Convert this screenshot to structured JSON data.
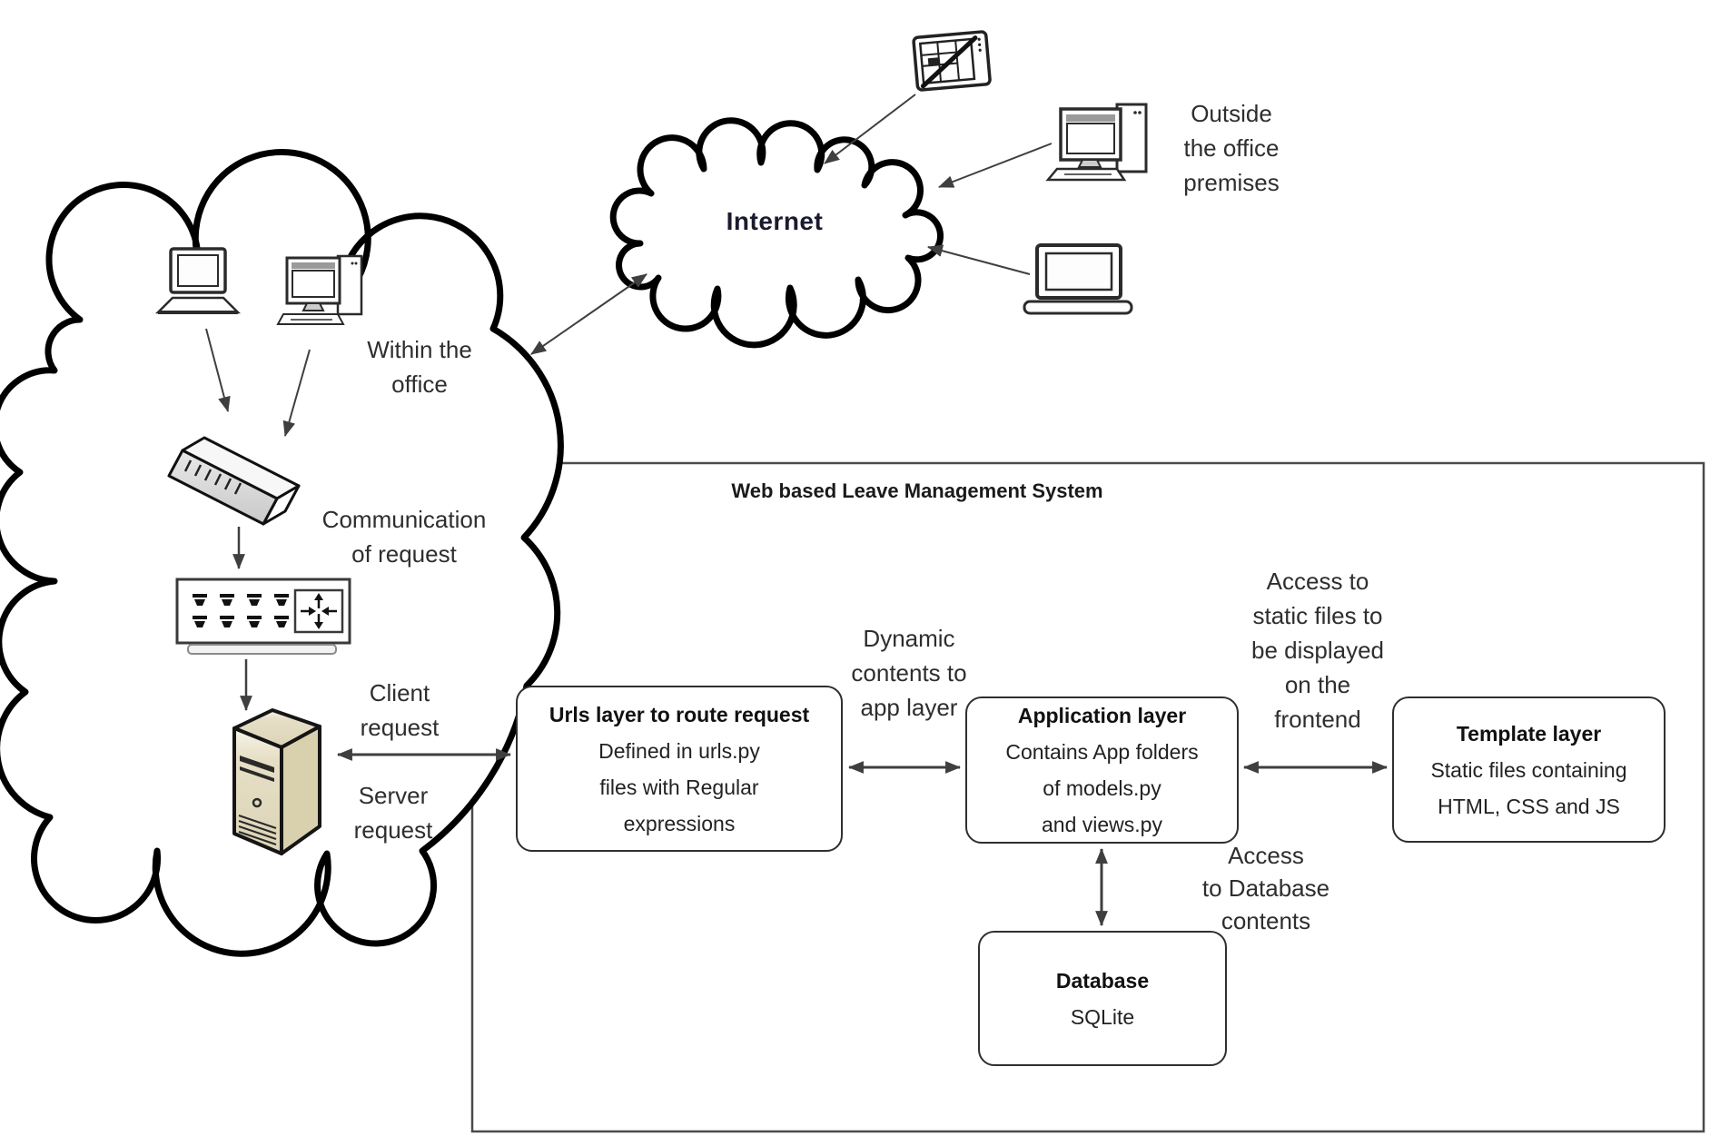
{
  "colors": {
    "cloud_stroke": "#000000",
    "arrow": "#3f3f3f",
    "box_border": "#2f2f2f",
    "server_front": "#e6dfc6",
    "server_side": "#d9d0ad",
    "server_top": "#efe9d8"
  },
  "icons": [
    "office-cloud",
    "internet-cloud",
    "laptop",
    "desktop-computer",
    "tablet-with-stylus",
    "network-hub",
    "network-switch",
    "server-tower"
  ],
  "clouds": {
    "internet": {
      "label": "Internet"
    },
    "office": {
      "within_label": "Within the\noffice",
      "communication_label": "Communication\nof request",
      "client_label": "Client\nrequest",
      "server_label": "Server\nrequest"
    }
  },
  "outside_label": "Outside\nthe office\npremises",
  "system": {
    "title": "Web based Leave Management System",
    "urls_box": {
      "title": "Urls layer to route request",
      "body": "Defined in urls.py\nfiles with Regular\nexpressions"
    },
    "application_box": {
      "title": "Application layer",
      "body": "Contains App folders\nof models.py\nand views.py"
    },
    "template_box": {
      "title": "Template layer",
      "body": "Static files containing\nHTML, CSS and JS"
    },
    "database_box": {
      "title": "Database",
      "body": "SQLite"
    },
    "edge_labels": {
      "dynamic": "Dynamic\ncontents to\napp layer",
      "access_static": "Access to\nstatic files to\nbe displayed\non the\nfrontend",
      "access_db": "Access\nto Database\ncontents"
    }
  }
}
